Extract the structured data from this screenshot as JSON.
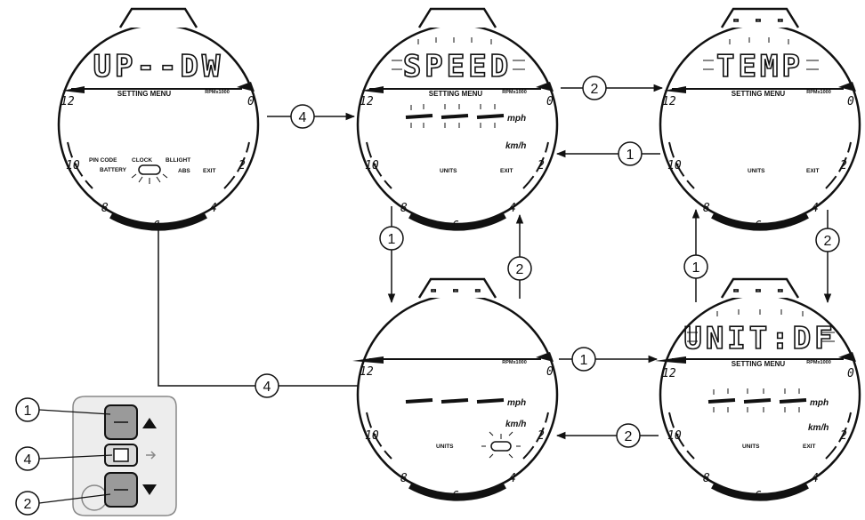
{
  "screens": {
    "start": {
      "display": "UP--DW",
      "subtitle": "SETTING MENU",
      "rpm": "RPMx1000",
      "dial": [
        "12",
        "0",
        "2",
        "4",
        "6",
        "8",
        "10"
      ],
      "items": {
        "pin": "PIN CODE",
        "clock": "CLOCK",
        "bl": "BLLIGHT",
        "battery": "BATTERY",
        "abs": "ABS",
        "exit": "EXIT"
      }
    },
    "speed": {
      "display": "SPEED",
      "subtitle": "SETTING MENU",
      "rpm": "RPMx1000",
      "dial": [
        "12",
        "0",
        "2",
        "4",
        "6",
        "8",
        "10"
      ],
      "unit_mph": "mph",
      "unit_kmh": "km/h",
      "units": "UNITS",
      "exit": "EXIT"
    },
    "temp": {
      "display": "TEMP",
      "subtitle": "SETTING MENU",
      "rpm": "RPMx1000",
      "dial": [
        "12",
        "0",
        "2",
        "4",
        "6",
        "8",
        "10"
      ],
      "units": "UNITS",
      "exit": "EXIT"
    },
    "units": {
      "rpm": "RPMx1000",
      "dial": [
        "12",
        "0",
        "2",
        "4",
        "6",
        "8",
        "10"
      ],
      "unit_mph": "mph",
      "unit_kmh": "km/h",
      "units": "UNITS"
    },
    "unitf": {
      "display": "UNIT:DF",
      "subtitle": "SETTING MENU",
      "rpm": "RPMx1000",
      "dial": [
        "12",
        "0",
        "2",
        "4",
        "6",
        "8",
        "10"
      ],
      "unit_mph": "mph",
      "unit_kmh": "km/h",
      "units": "UNITS",
      "exit": "EXIT"
    }
  },
  "arrow_labels": {
    "four": "4",
    "one": "1",
    "two": "2"
  },
  "keypad": {
    "callouts": [
      "1",
      "4",
      "2"
    ]
  },
  "colors": {
    "ink": "#111111",
    "button": "#9a9a9a",
    "panel": "#ededed"
  }
}
